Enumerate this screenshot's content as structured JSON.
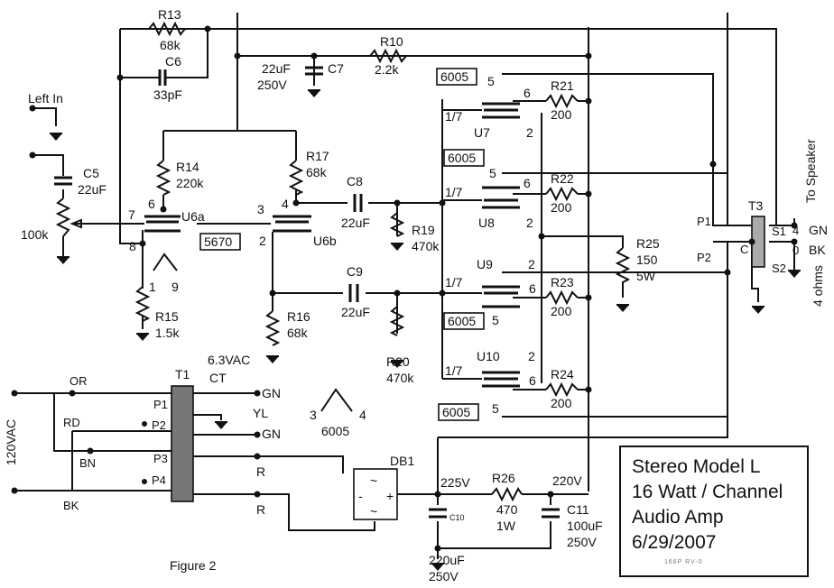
{
  "title_block": {
    "line1": "Stereo Model L",
    "line2": "16 Watt / Channel",
    "line3": "Audio Amp",
    "line4": "6/29/2007",
    "note": "166P    RV-0"
  },
  "figure_label": "Figure 2",
  "inputs": {
    "left_in": "Left In",
    "pot": "100k"
  },
  "power": {
    "mains": "120VAC",
    "heater": "6.3VAC",
    "ct": "CT"
  },
  "transformer_t1": {
    "ref": "T1",
    "pins": [
      "P1",
      "P2",
      "P3",
      "P4"
    ],
    "primary_wires": [
      "OR",
      "RD",
      "BN",
      "BK"
    ],
    "secondary_wires": [
      "GN",
      "YL",
      "GN",
      "R",
      "R"
    ]
  },
  "transformer_t3": {
    "ref": "T3",
    "primary": [
      "P1",
      "P2",
      "C"
    ],
    "secondary": [
      "S1",
      "S2"
    ],
    "taps": [
      "4",
      "0"
    ],
    "wires": [
      "GN",
      "BK"
    ],
    "speaker": "To Speaker",
    "impedance": "4 ohms"
  },
  "tubes": {
    "u6a": "U6a",
    "u6b": "U6b",
    "u6_type": "5670",
    "u6_pins": [
      "7",
      "6",
      "8",
      "3",
      "4",
      "2",
      "1",
      "9"
    ],
    "heater_type": "6005",
    "heater_pins": [
      "3",
      "4"
    ],
    "outputs": [
      {
        "ref": "U7",
        "type": "6005"
      },
      {
        "ref": "U8",
        "type": "6005"
      },
      {
        "ref": "U9",
        "type": "6005"
      },
      {
        "ref": "U10",
        "type": "6005"
      }
    ],
    "pin_17": "1/7",
    "pin_5": "5",
    "pin_6": "6",
    "pin_2": "2"
  },
  "rectifier": {
    "ref": "DB1",
    "ac1": "~",
    "ac2": "~",
    "minus": "-",
    "plus": "+"
  },
  "voltages": {
    "b_plus_225": "225V",
    "b_plus_220": "220V"
  },
  "resistors": [
    {
      "ref": "R13",
      "value": "68k"
    },
    {
      "ref": "R10",
      "value": "2.2k"
    },
    {
      "ref": "R14",
      "value": "220k"
    },
    {
      "ref": "R17",
      "value": "68k"
    },
    {
      "ref": "R15",
      "value": "1.5k"
    },
    {
      "ref": "R16",
      "value": "68k"
    },
    {
      "ref": "R19",
      "value": "470k"
    },
    {
      "ref": "R20",
      "value": "470k"
    },
    {
      "ref": "R21",
      "value": "200"
    },
    {
      "ref": "R22",
      "value": "200"
    },
    {
      "ref": "R23",
      "value": "200"
    },
    {
      "ref": "R24",
      "value": "200"
    },
    {
      "ref": "R25",
      "value": "150",
      "rating": "5W"
    },
    {
      "ref": "R26",
      "value": "470",
      "rating": "1W"
    }
  ],
  "capacitors": [
    {
      "ref": "C6",
      "value": "33pF"
    },
    {
      "ref": "C7",
      "value": "22uF",
      "rating": "250V"
    },
    {
      "ref": "C5",
      "value": "22uF"
    },
    {
      "ref": "C8",
      "value": "22uF"
    },
    {
      "ref": "C9",
      "value": "22uF"
    },
    {
      "ref": "C10",
      "value": "220uF",
      "rating": "250V"
    },
    {
      "ref": "C11",
      "value": "100uF",
      "rating": "250V"
    }
  ]
}
